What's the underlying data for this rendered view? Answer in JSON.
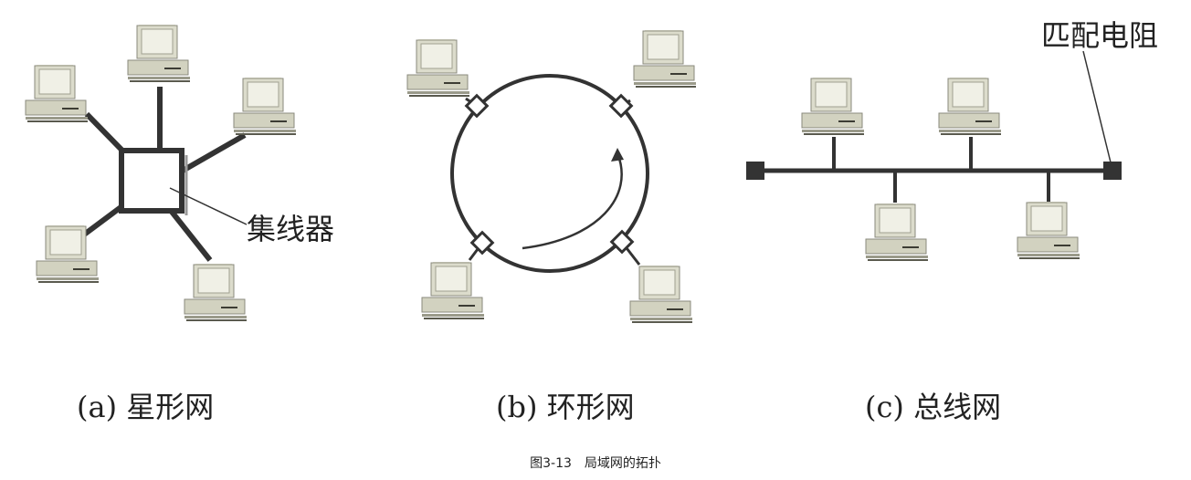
{
  "star": {
    "label": "(a) 星形网",
    "hub_label": "集线器"
  },
  "ring": {
    "label": "(b) 环形网"
  },
  "bus": {
    "label": "(c) 总线网",
    "terminator_label": "匹配电阻"
  },
  "caption": "图3-13　局域网的拓扑",
  "colors": {
    "computer_fill": "#dcdccc",
    "computer_screen": "#eeeee2",
    "computer_edge": "#5a5a4e",
    "line": "#333333"
  }
}
